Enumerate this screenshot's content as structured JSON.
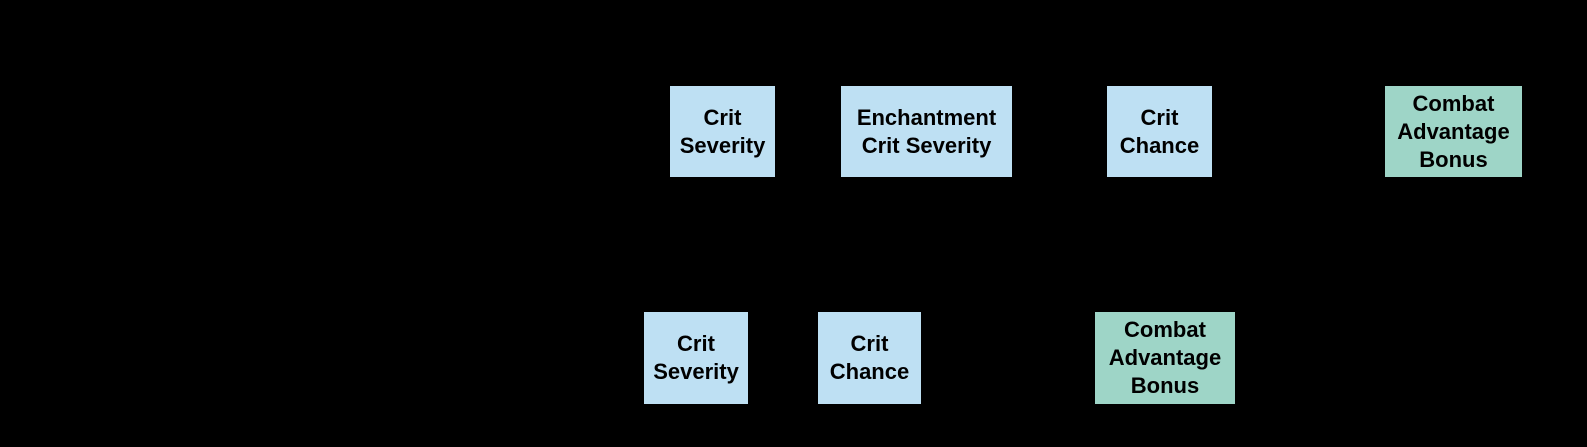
{
  "background_color": "#000000",
  "colors": {
    "stat_box_fill": "#BEE0F3",
    "combat_advantage_fill": "#9ED5C7",
    "label_text": "#000000"
  },
  "rows": {
    "top": {
      "nodes": [
        {
          "label": "Crit Severity"
        },
        {
          "label": "Enchantment Crit Severity"
        },
        {
          "label": "Crit Chance"
        },
        {
          "label": "Combat Advantage Bonus"
        }
      ]
    },
    "bottom": {
      "nodes": [
        {
          "label": "Crit Severity"
        },
        {
          "label": "Crit Chance"
        },
        {
          "label": "Combat Advantage Bonus"
        }
      ]
    }
  }
}
